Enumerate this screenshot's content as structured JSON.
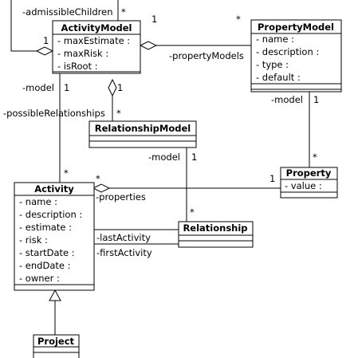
{
  "classes": {
    "activity_model": {
      "name": "ActivityModel",
      "attributes": [
        "- maxEstimate :",
        "- maxRisk :",
        "- isRoot :"
      ]
    },
    "property_model": {
      "name": "PropertyModel",
      "attributes": [
        "- name :",
        "- description :",
        "- type :",
        "- default :"
      ]
    },
    "relationship_model": {
      "name": "RelationshipModel",
      "attributes": []
    },
    "activity": {
      "name": "Activity",
      "attributes": [
        "- name :",
        "- description :",
        "- estimate :",
        "- risk :",
        "- startDate :",
        "- endDate :",
        "- owner :"
      ]
    },
    "property": {
      "name": "Property",
      "attributes": [
        "- value :"
      ]
    },
    "relationship": {
      "name": "Relationship",
      "attributes": []
    },
    "project": {
      "name": "Project",
      "attributes": []
    }
  },
  "associations": {
    "admissible_children": {
      "role": "-admissibleChildren",
      "mult_star": "*",
      "mult_one": "1"
    },
    "property_models": {
      "role": "-propertyModels",
      "mult_one": "1",
      "mult_star": "*"
    },
    "am_model": {
      "role": "-model",
      "mult_one": "1",
      "mult_star": "*"
    },
    "possible_relationships": {
      "role": "-possibleRelationships",
      "mult_one": "1",
      "mult_star": "*"
    },
    "pm_model": {
      "role": "-model",
      "mult_one": "1",
      "mult_star": "*"
    },
    "rm_model": {
      "role": "-model",
      "mult_one": "1",
      "mult_star": "*"
    },
    "properties": {
      "role": "-properties",
      "mult_star": "*",
      "mult_one": "1"
    },
    "last_activity": {
      "role": "-lastActivity"
    },
    "first_activity": {
      "role": "-firstActivity"
    }
  }
}
